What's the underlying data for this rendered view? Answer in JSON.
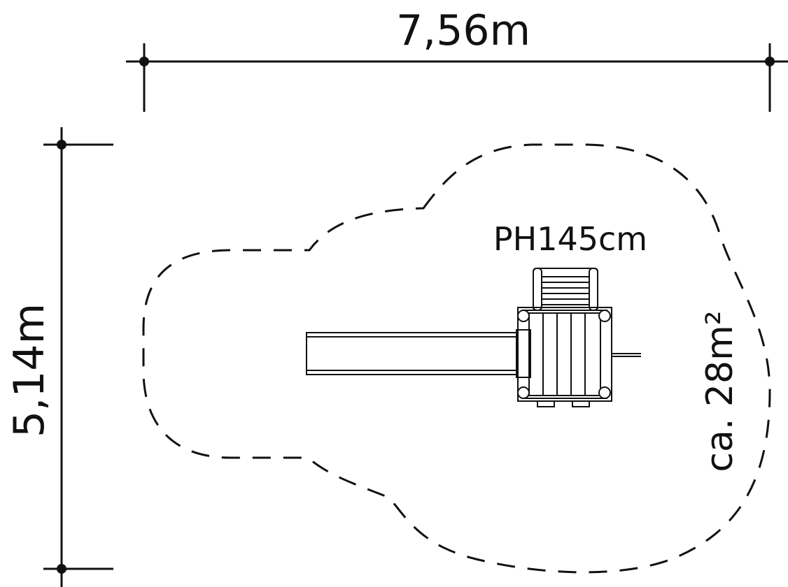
{
  "dimensions": {
    "width_label": "7,56m",
    "depth_label": "5,14m"
  },
  "equipment": {
    "platform_height_label": "PH145cm"
  },
  "safety_zone": {
    "area_label": "ca. 28m²"
  },
  "colors": {
    "line": "#111111",
    "background": "#ffffff"
  }
}
